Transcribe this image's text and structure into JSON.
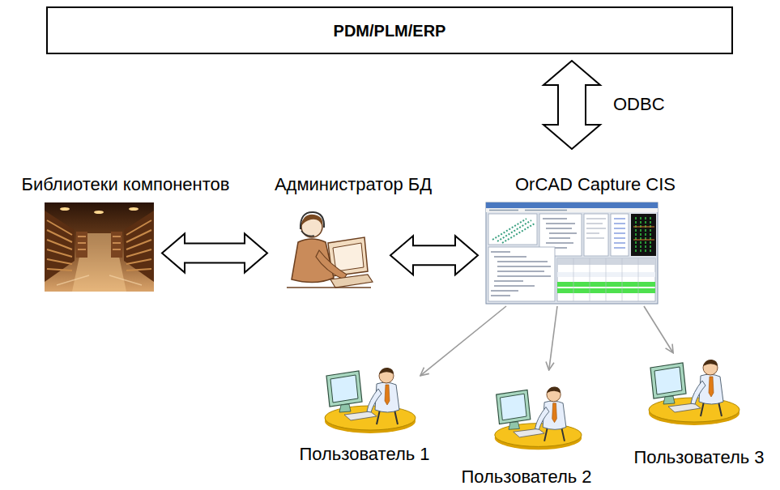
{
  "diagram": {
    "nodes": [
      {
        "text": [
          "PDM/PLM/ERP"
        ]
      },
      {
        "text": [
          "Библиотеки компонентов"
        ]
      },
      {
        "text": [
          "Администратор БД"
        ]
      },
      {
        "text": [
          "OrCAD Capture CIS"
        ]
      },
      {
        "text": [
          "Пользователь 1"
        ]
      },
      {
        "text": [
          "Пользователь 2"
        ]
      },
      {
        "text": [
          "Пользователь 3"
        ]
      }
    ],
    "edges": [
      {
        "from": 0,
        "to": 3,
        "arrow": "both",
        "label": "ODBC"
      },
      {
        "from": 1,
        "to": 2,
        "arrow": "both"
      },
      {
        "from": 2,
        "to": 3,
        "arrow": "both"
      },
      {
        "from": 3,
        "to": 4,
        "arrow": "to"
      },
      {
        "from": 3,
        "to": 5,
        "arrow": "to"
      },
      {
        "from": 3,
        "to": 6,
        "arrow": "to"
      }
    ]
  }
}
